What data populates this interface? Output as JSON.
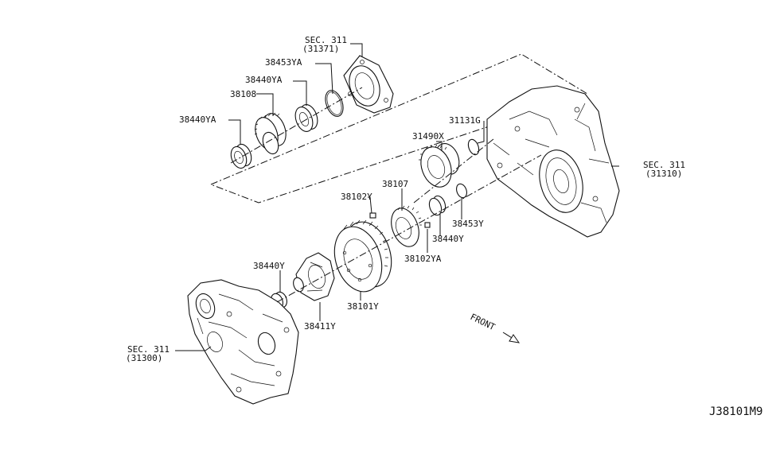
{
  "diagram": {
    "diagram_code": "J38101M9",
    "front_label": "FRONT",
    "labels": {
      "sec311_top": "SEC. 311",
      "sec311_top_ref": "(31371)",
      "p38453ya": "38453YA",
      "p38440ya_top": "38440YA",
      "p38108": "38108",
      "p38440ya_left": "38440YA",
      "p31131g": "31131G",
      "p31490x": "31490X",
      "sec311_right": "SEC. 311",
      "sec311_right_ref": "(31310)",
      "p38102y": "38102Y",
      "p38107": "38107",
      "p38453y": "38453Y",
      "p38440y_right": "38440Y",
      "p38102ya": "38102YA",
      "p38440y_left": "38440Y",
      "p38101y": "38101Y",
      "p38411y": "38411Y",
      "sec311_left": "SEC. 311",
      "sec311_left_ref": "(31300)"
    }
  }
}
